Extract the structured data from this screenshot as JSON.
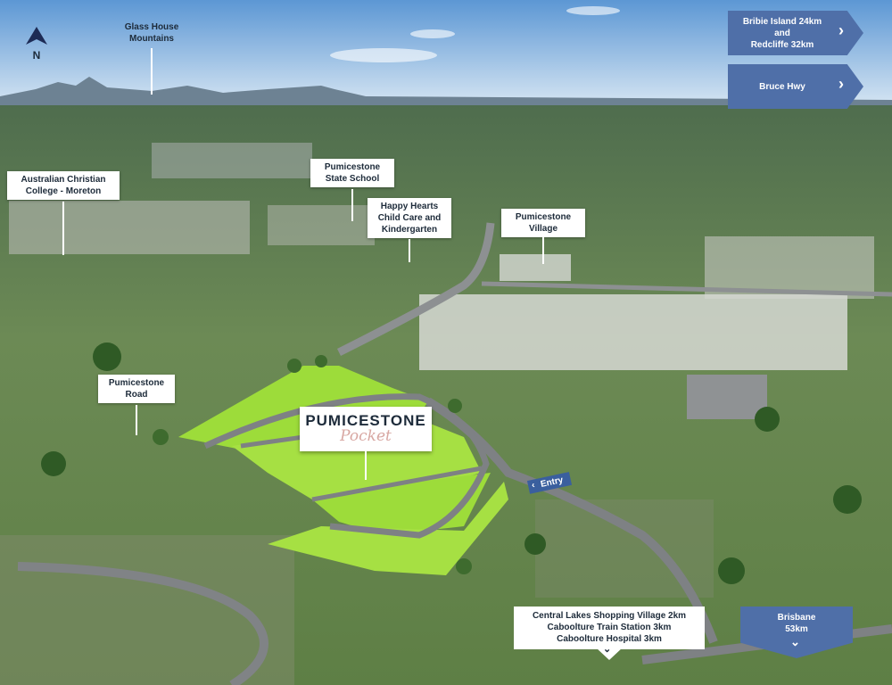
{
  "compass": {
    "letter": "N"
  },
  "mountains_label": {
    "line1": "Glass House",
    "line2": "Mountains"
  },
  "direction_tags": [
    {
      "line1": "Bribie Island 24km",
      "line2": "and",
      "line3": "Redcliffe 32km"
    },
    {
      "line1": "Bruce Hwy"
    }
  ],
  "landmarks": [
    {
      "line1": "Australian Christian",
      "line2": "College - Moreton"
    },
    {
      "line1": "Pumicestone",
      "line2": "State School"
    },
    {
      "line1": "Happy Hearts",
      "line2": "Child Care and",
      "line3": "Kindergarten"
    },
    {
      "line1": "Pumicestone",
      "line2": "Village"
    },
    {
      "line1": "Pumicestone",
      "line2": "Road"
    }
  ],
  "feature": {
    "title": "PUMICESTONE",
    "subtitle": "Pocket"
  },
  "entry_label": "Entry",
  "bottom_info": {
    "line1": "Central Lakes Shopping Village 2km",
    "line2": "Caboolture Train Station 3km",
    "line3": "Caboolture Hospital 3km"
  },
  "brisbane_tag": {
    "line1": "Brisbane",
    "line2": "53km"
  },
  "colors": {
    "lot_green": "#9ddc3a",
    "tag_blue": "#4f6fa8",
    "road": "#7e8184"
  }
}
